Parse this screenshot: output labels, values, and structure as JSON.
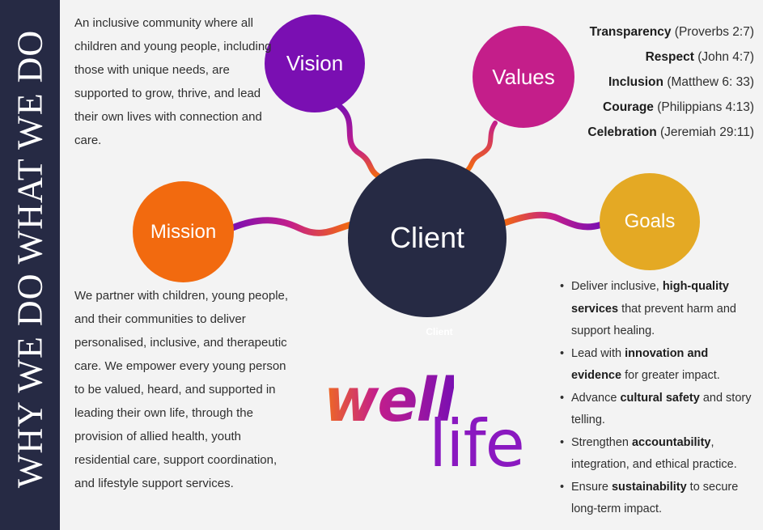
{
  "sidebar": {
    "title": "WHY WE DO WHAT WE DO"
  },
  "nodes": {
    "center": "Client",
    "vision": "Vision",
    "values": "Values",
    "mission": "Mission",
    "goals": "Goals"
  },
  "center_caption": "Client",
  "vision_text": "An inclusive community where all children and young people, including those with unique needs, are supported to grow, thrive, and lead their own lives with connection and care.",
  "mission_text": "We partner with children, young people, and their communities to deliver personalised, inclusive, and therapeutic care. We empower every young person to be valued, heard, and supported in leading their own life, through the provision of allied health, youth residential care, support coordination, and lifestyle support services.",
  "values": [
    {
      "name": "Transparency",
      "ref": "(Proverbs 2:7)"
    },
    {
      "name": "Respect",
      "ref": "(John 4:7)"
    },
    {
      "name": "Inclusion",
      "ref": "(Matthew 6: 33)"
    },
    {
      "name": "Courage",
      "ref": "(Philippians 4:13)"
    },
    {
      "name": "Celebration",
      "ref": "(Jeremiah 29:11)"
    }
  ],
  "goals": [
    {
      "before": "Deliver inclusive, ",
      "bold": "high-quality services",
      "after": " that prevent harm and support healing."
    },
    {
      "before": "Lead with ",
      "bold": "innovation and evidence",
      "after": " for greater impact."
    },
    {
      "before": "Advance ",
      "bold": "cultural safety",
      "after": " and story telling."
    },
    {
      "before": "Strengthen ",
      "bold": "accountability",
      "after": ", integration, and ethical practice."
    },
    {
      "before": "Ensure ",
      "bold": "sustainability",
      "after": " to secure long-term impact."
    }
  ],
  "logo": {
    "word1": "well",
    "word2": "life"
  },
  "colors": {
    "sidebar": "#262a44",
    "client": "#262a44",
    "vision": "#7a0fb2",
    "values": "#c41e8a",
    "mission": "#f26a0f",
    "goals": "#e4a924"
  }
}
